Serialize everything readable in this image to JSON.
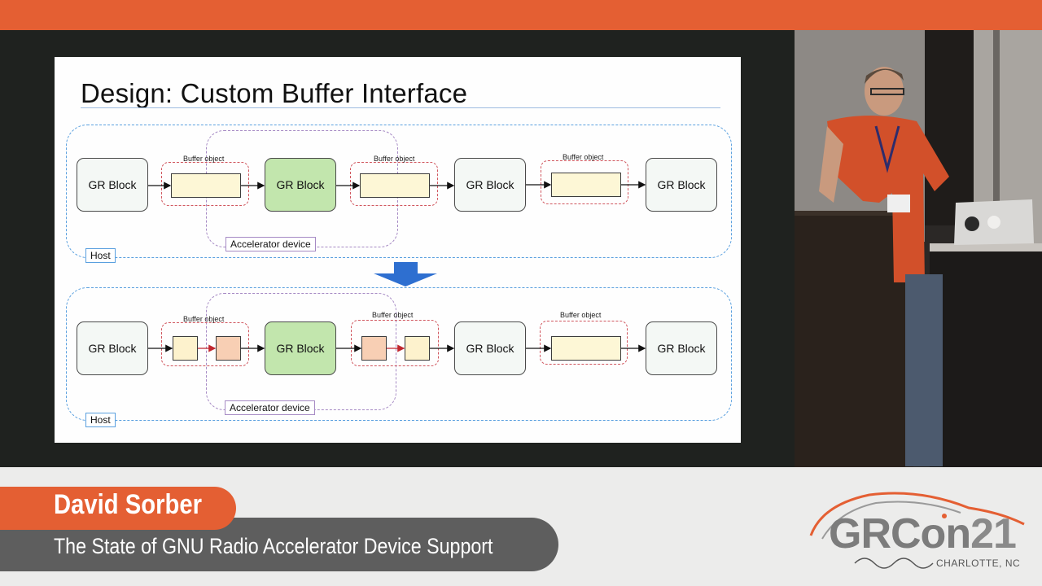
{
  "slide": {
    "title": "Design: Custom Buffer Interface",
    "top_diagram": {
      "blocks": [
        "GR Block",
        "GR Block",
        "GR Block",
        "GR Block"
      ],
      "buffer_labels": [
        "Buffer object",
        "Buffer object",
        "Buffer object"
      ],
      "accelerator_label": "Accelerator device",
      "host_label": "Host"
    },
    "bottom_diagram": {
      "blocks": [
        "GR Block",
        "GR Block",
        "GR Block",
        "GR Block"
      ],
      "buffer_labels": [
        "Buffer object",
        "Buffer object",
        "Buffer object"
      ],
      "accelerator_label": "Accelerator device",
      "host_label": "Host"
    }
  },
  "lower_third": {
    "speaker_name": "David Sorber",
    "talk_title": "The State of GNU Radio Accelerator Device Support"
  },
  "logo": {
    "prefix": "GRCon",
    "number": "21",
    "location": "CHARLOTTE, NC"
  },
  "colors": {
    "brand_orange": "#e45f33",
    "subtitle_gray": "#5e5e5e",
    "host_blue": "#5aa0df",
    "accelerator_purple": "#a68ac4",
    "buffer_red": "#d0565e",
    "arrow_blue": "#2e6fd0"
  }
}
